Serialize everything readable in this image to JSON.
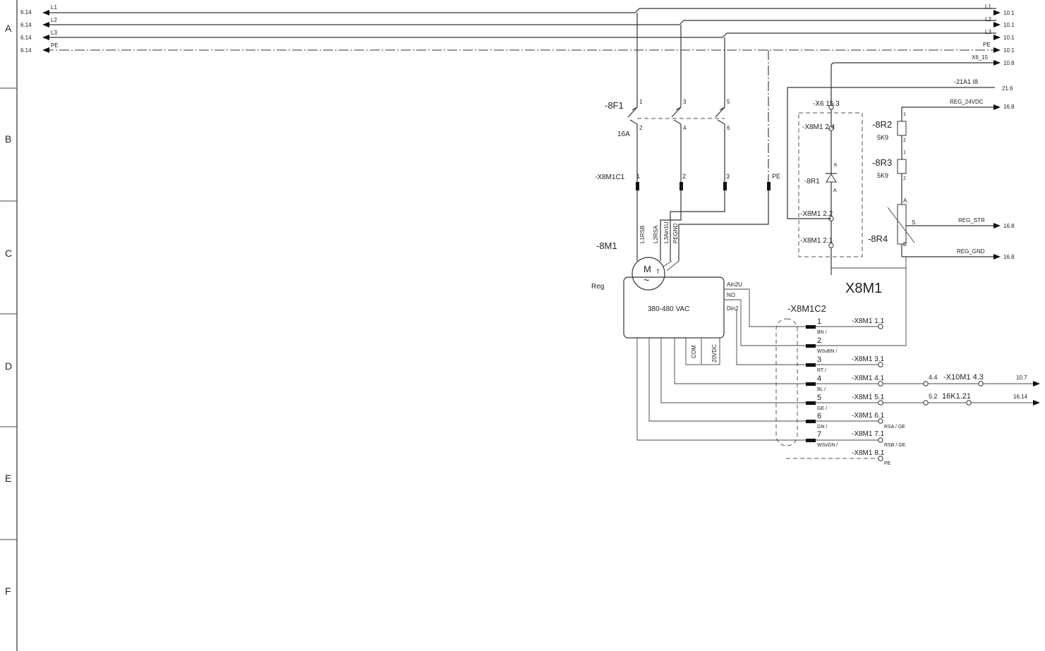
{
  "frame": {
    "rows": [
      "A",
      "B",
      "C",
      "D",
      "E",
      "F"
    ]
  },
  "rails": [
    {
      "label": "L1",
      "left_ref": "6.14",
      "right_label": "L1",
      "right_ref": "10.1"
    },
    {
      "label": "L2",
      "left_ref": "6.14",
      "right_label": "L2",
      "right_ref": "10.1"
    },
    {
      "label": "L3",
      "left_ref": "6.14",
      "right_label": "L3",
      "right_ref": "10.1"
    },
    {
      "label": "PE",
      "left_ref": "6.14",
      "right_label": "PE",
      "right_ref": "10.1"
    }
  ],
  "x6_rail": {
    "label": "X6_15",
    "ref": "10.8"
  },
  "breaker": {
    "tag": "-8F1",
    "rating": "16A",
    "pins_top": [
      "1",
      "3",
      "5"
    ],
    "pins_bottom": [
      "2",
      "4",
      "6"
    ]
  },
  "conn_c1": {
    "tag": "-X8M1C1",
    "pins": [
      "1",
      "2",
      "3"
    ],
    "pe": "PE"
  },
  "motor": {
    "tag": "-8M1",
    "symbol_m": "M",
    "symbol_t": "T",
    "symbol_ac": "~",
    "wires": [
      "L1RSB",
      "L2RSA",
      "L3Ain1U",
      "PEGND"
    ],
    "reg": "Reg",
    "voltage": "380-480 VAC",
    "io": [
      "Ain2U",
      "NO",
      "Din2"
    ],
    "bottom": [
      "COM",
      "20VDC"
    ]
  },
  "x8m1_block": {
    "title": "X8M1",
    "top_terminal": "-X6 15.3",
    "t24": "-X8M1 2.4",
    "t22": "-X8M1 2.2",
    "t21": "-X8M1 2.1",
    "diode": "-8R1",
    "diode_k": "K",
    "diode_a": "A"
  },
  "refs": {
    "a21": "-21A1 I8",
    "a21_ref": "21.6",
    "reg24": "REG_24VDC",
    "reg24_ref": "16.8",
    "regstr": "REG_STR",
    "regstr_ref": "16.8",
    "reggnd": "REG_GND",
    "reggnd_ref": "16.8"
  },
  "resistors": {
    "r2": "-8R2",
    "r2_val": "5K9",
    "r3": "-8R3",
    "r3_val": "5K9",
    "r4": "-8R4",
    "pin1": "1",
    "pin2": "2",
    "r4_a": "A",
    "r4_s": "S",
    "r4_e": "E"
  },
  "conn_c2": {
    "tag": "-X8M1C2",
    "pins": [
      {
        "num": "1",
        "color": "BN /",
        "term": "-X8M1 1.1"
      },
      {
        "num": "2",
        "color": "WSvBN /",
        "term": ""
      },
      {
        "num": "3",
        "color": "RT /",
        "term": "-X8M1 3.1"
      },
      {
        "num": "4",
        "color": "BL /",
        "term": "-X8M1 4.1"
      },
      {
        "num": "5",
        "color": "GE /",
        "term": "-X8M1 5.1"
      },
      {
        "num": "6",
        "color": "GN /",
        "term": "-X8M1 6.1",
        "sub": "RSA / GE"
      },
      {
        "num": "7",
        "color": "WSvGN /",
        "term": "-X8M1 7.1",
        "sub": "RSB / GE"
      }
    ],
    "pe_term": "-X8M1 8.1",
    "pe_sub": "PE"
  },
  "outputs": {
    "x10_pin": "4.4",
    "x10_tag": "-X10M1 4.3",
    "x10_ref": "10.7",
    "k16_pin": "5.2",
    "k16_tag": "16K1.21",
    "k16_ref": "16.14"
  }
}
